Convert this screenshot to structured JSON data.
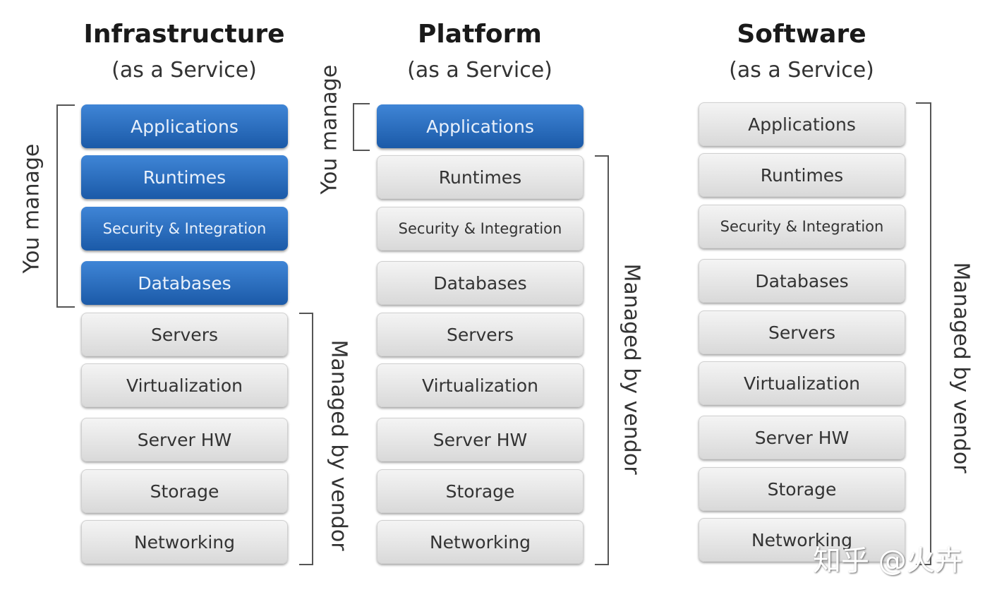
{
  "columns": [
    {
      "title": "Infrastructure",
      "subtitle": "(as a Service)",
      "managed_count": 4,
      "items": [
        "Applications",
        "Runtimes",
        "Security & Integration",
        "Databases",
        "Servers",
        "Virtualization",
        "Server HW",
        "Storage",
        "Networking"
      ]
    },
    {
      "title": "Platform",
      "subtitle": "(as a Service)",
      "managed_count": 1,
      "items": [
        "Applications",
        "Runtimes",
        "Security & Integration",
        "Databases",
        "Servers",
        "Virtualization",
        "Server HW",
        "Storage",
        "Networking"
      ]
    },
    {
      "title": "Software",
      "subtitle": "(as a Service)",
      "managed_count": 0,
      "items": [
        "Applications",
        "Runtimes",
        "Security & Integration",
        "Databases",
        "Servers",
        "Virtualization",
        "Server HW",
        "Storage",
        "Networking"
      ]
    }
  ],
  "labels": {
    "you_manage": "You manage",
    "managed_by_vendor": "Managed by vendor"
  },
  "watermark": "知乎 @火卉",
  "colors": {
    "you_manage": "#2a6ec4",
    "vendor": "#e0e0e0"
  }
}
